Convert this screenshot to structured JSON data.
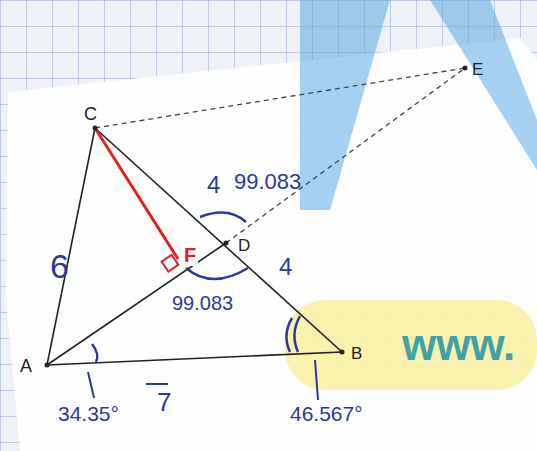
{
  "diagram": {
    "labels": [
      "C",
      "E",
      "D",
      "F",
      "A",
      "B",
      "6",
      "4",
      "99.083",
      "4",
      "99.083",
      "7",
      "34.35°",
      "46.567°",
      "www."
    ]
  }
}
